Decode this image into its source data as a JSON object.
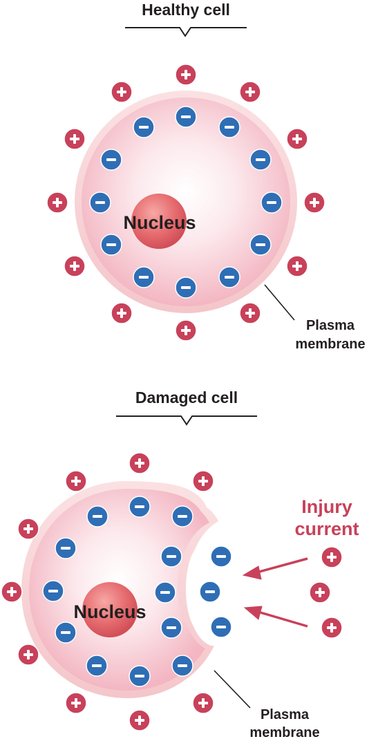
{
  "healthy": {
    "title": "Healthy cell",
    "nucleus_label": "Nucleus",
    "membrane_label_line1": "Plasma",
    "membrane_label_line2": "membrane"
  },
  "damaged": {
    "title": "Damaged cell",
    "nucleus_label": "Nucleus",
    "membrane_label_line1": "Plasma",
    "membrane_label_line2": "membrane",
    "injury_line1": "Injury",
    "injury_line2": "current"
  },
  "symbols": {
    "positive": "+",
    "negative": "−"
  },
  "colors": {
    "positive_ion": "#c8415a",
    "negative_ion": "#2f6eb5",
    "membrane": "#f7cfd3",
    "cytoplasm": "#f6c2cc",
    "nucleus": "#e25c63",
    "injury_text": "#c8415a",
    "arrow": "#c8415a",
    "text": "#231f20"
  }
}
